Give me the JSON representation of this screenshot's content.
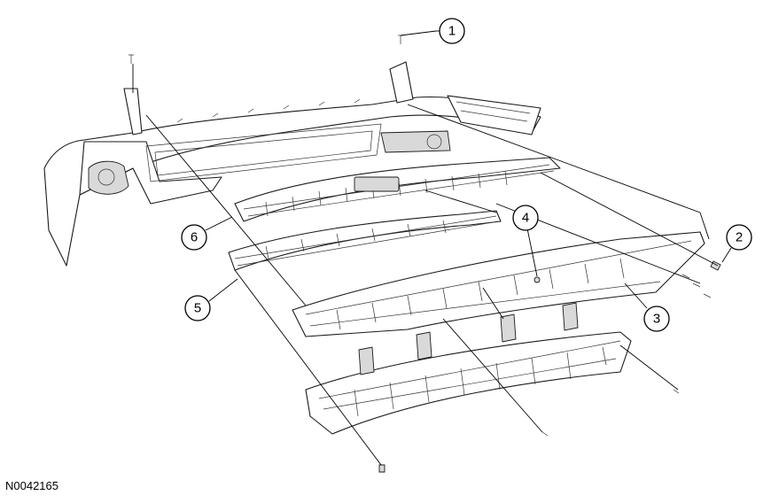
{
  "figure": {
    "id": "N0042165"
  },
  "callouts": [
    {
      "label": "1"
    },
    {
      "label": "2"
    },
    {
      "label": "3"
    },
    {
      "label": "4"
    },
    {
      "label": "5"
    },
    {
      "label": "6"
    }
  ],
  "colors": {
    "line": "#000000",
    "background": "#ffffff",
    "shading": "#d9d9d9"
  }
}
